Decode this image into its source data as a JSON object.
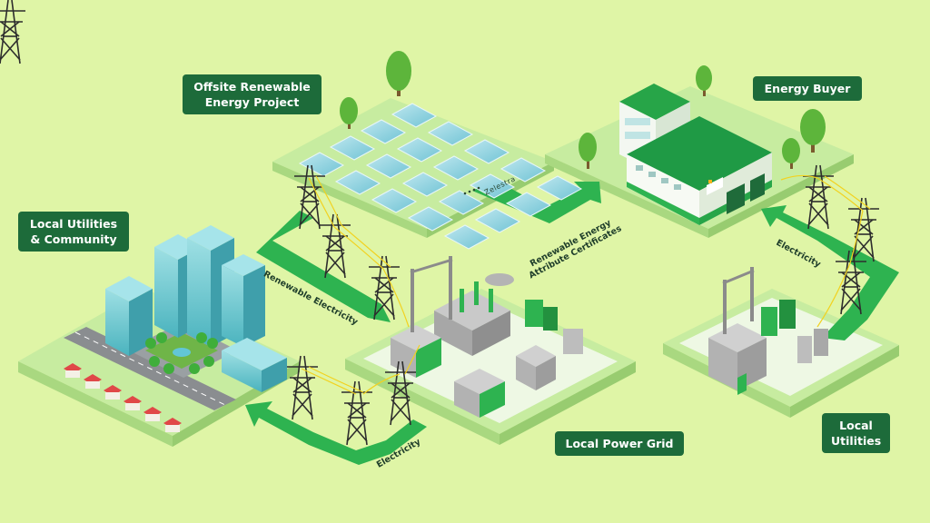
{
  "labels": {
    "offsite_project": {
      "line1": "Offsite Renewable",
      "line2": "Energy Project"
    },
    "energy_buyer": "Energy Buyer",
    "local_utilities_community": {
      "line1": "Local Utilities",
      "line2": "& Community"
    },
    "local_power_grid": "Local Power Grid",
    "local_utilities": {
      "line1": "Local",
      "line2": "Utilities"
    }
  },
  "flows": {
    "renewable_electricity": "Renewable Electricity",
    "certificates": {
      "line1": "Renewable Energy",
      "line2": "Attribute Certificates"
    },
    "electricity_right": "Electricity",
    "electricity_bottom": "Electricity"
  },
  "brand": "Zelestra",
  "colors": {
    "background": "#dff5a6",
    "label_bg": "#1d6b3a",
    "arrow": "#2eb350",
    "platform": "#b8e68b",
    "platform_top": "#eef8e4"
  }
}
